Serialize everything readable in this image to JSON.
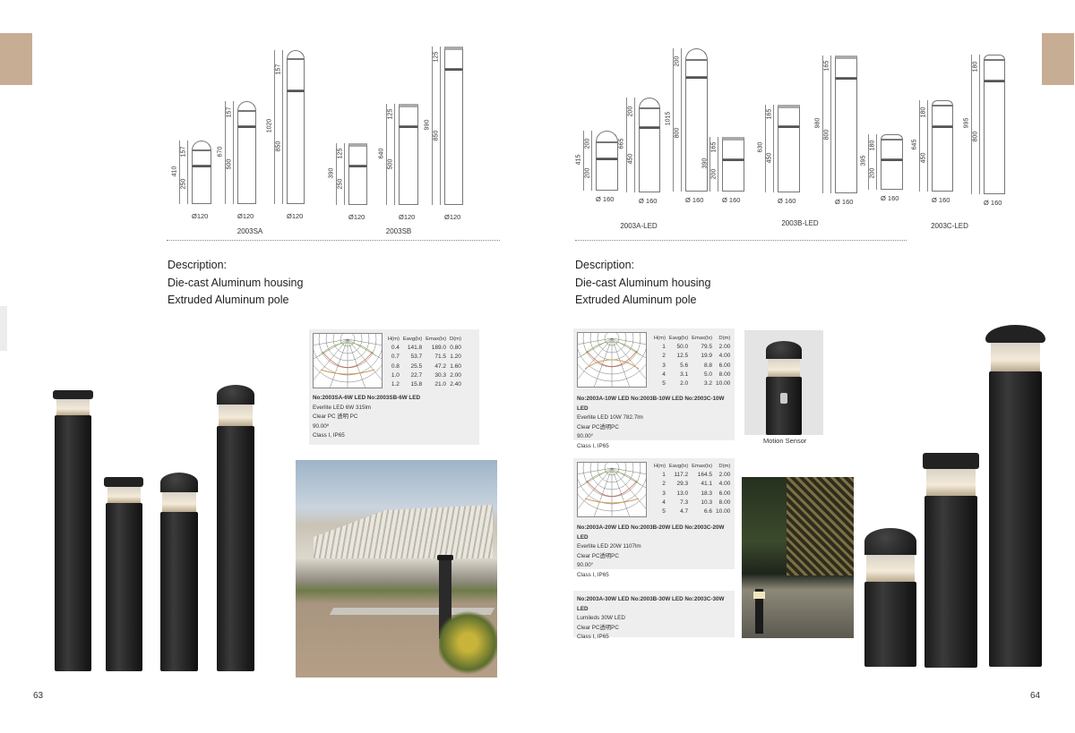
{
  "pages": {
    "left": "63",
    "right": "64"
  },
  "description": {
    "left": [
      "Description:",
      "Die-cast Aluminum housing",
      "Extruded Aluminum pole"
    ],
    "right": [
      "Description:",
      "Die-cast Aluminum housing",
      "Extruded Aluminum pole"
    ]
  },
  "drawings_left": {
    "groups": [
      "2003SA",
      "2003SB"
    ],
    "fixtures": [
      {
        "total": "410",
        "head": "157",
        "pole": "250",
        "dia": "Ø120",
        "style": "dome"
      },
      {
        "total": "670",
        "head": "157",
        "pole": "500",
        "dia": "Ø120",
        "style": "dome"
      },
      {
        "total": "1020",
        "head": "157",
        "pole": "850",
        "dia": "Ø120",
        "style": "dome"
      },
      {
        "total": "390",
        "head": "125",
        "pole": "250",
        "dia": "Ø120",
        "style": "flat"
      },
      {
        "total": "640",
        "head": "125",
        "pole": "500",
        "dia": "Ø120",
        "style": "flat"
      },
      {
        "total": "990",
        "head": "125",
        "pole": "850",
        "dia": "Ø120",
        "style": "flat"
      }
    ]
  },
  "drawings_right": {
    "groups": [
      "2003A-LED",
      "2003B-LED",
      "2003C-LED"
    ],
    "fixtures": [
      {
        "total": "415",
        "head": "200",
        "pole": "200",
        "dia": "Ø 160",
        "style": "dome"
      },
      {
        "total": "665",
        "head": "200",
        "pole": "450",
        "dia": "Ø 160",
        "style": "dome"
      },
      {
        "total": "1015",
        "head": "200",
        "pole": "800",
        "dia": "Ø 160",
        "style": "dome"
      },
      {
        "total": "390",
        "head": "165",
        "pole": "200",
        "dia": "Ø 160",
        "style": "flat"
      },
      {
        "total": "630",
        "head": "165",
        "pole": "450",
        "dia": "Ø 160",
        "style": "flat"
      },
      {
        "total": "980",
        "head": "165",
        "pole": "800",
        "dia": "Ø 160",
        "style": "flat"
      },
      {
        "total": "395",
        "head": "180",
        "pole": "200",
        "dia": "Ø 160",
        "style": "cap"
      },
      {
        "total": "645",
        "head": "180",
        "pole": "450",
        "dia": "Ø 160",
        "style": "cap"
      },
      {
        "total": "995",
        "head": "180",
        "pole": "800",
        "dia": "Ø 160",
        "style": "cap"
      }
    ]
  },
  "specs": [
    {
      "headers": [
        "H(m)",
        "Eavg(lx)",
        "Emax(lx)",
        "D(m)"
      ],
      "rows": [
        [
          "0.4",
          "141.8",
          "189.0",
          "0.80"
        ],
        [
          "0.7",
          "53.7",
          "71.5",
          "1.20"
        ],
        [
          "0.8",
          "25.5",
          "47.2",
          "1.60"
        ],
        [
          "1.0",
          "22.7",
          "30.3",
          "2.00"
        ],
        [
          "1.2",
          "15.8",
          "21.0",
          "2.40"
        ]
      ],
      "lines": [
        "No:2003SA-6W LED  No:2003SB-6W LED",
        "Everlite LED 6W 315lm",
        "Clear PC 透明 PC",
        "90.00º",
        "Class I, IP65"
      ]
    },
    {
      "headers": [
        "H(m)",
        "Eavg(lx)",
        "Emax(lx)",
        "D(m)"
      ],
      "rows": [
        [
          "1",
          "50.0",
          "79.5",
          "2.00"
        ],
        [
          "2",
          "12.5",
          "19.9",
          "4.00"
        ],
        [
          "3",
          "5.6",
          "8.8",
          "6.00"
        ],
        [
          "4",
          "3.1",
          "5.0",
          "8.00"
        ],
        [
          "5",
          "2.0",
          "3.2",
          "10.00"
        ]
      ],
      "lines": [
        "No:2003A-10W LED  No:2003B-10W LED  No:2003C-10W LED",
        "Everlite LED 10W 782.7lm",
        "Clear PC透明PC",
        "90.00°",
        "Class I, IP65"
      ]
    },
    {
      "headers": [
        "H(m)",
        "Eavg(lx)",
        "Emax(lx)",
        "D(m)"
      ],
      "rows": [
        [
          "1",
          "117.2",
          "164.5",
          "2.00"
        ],
        [
          "2",
          "29.3",
          "41.1",
          "4.00"
        ],
        [
          "3",
          "13.0",
          "18.3",
          "6.00"
        ],
        [
          "4",
          "7.3",
          "10.3",
          "8.00"
        ],
        [
          "5",
          "4.7",
          "6.6",
          "10.00"
        ]
      ],
      "lines": [
        "No:2003A-20W LED  No:2003B-20W LED  No:2003C-20W LED",
        "Everlite LED 20W 1107lm",
        "Clear PC透明PC",
        "90.00°",
        "Class I, IP65"
      ]
    },
    {
      "lines": [
        "No:2003A-30W LED  No:2003B-30W LED  No:2003C-30W LED",
        "Lumileds 30W LED",
        "Clear PC透明PC",
        "Class I, IP65"
      ]
    }
  ],
  "motion_sensor_caption": "Motion Sensor",
  "colors": {
    "tab": "#c7ad94",
    "spec_bg": "#eeeeee",
    "bollard": "#2a2a2a"
  }
}
